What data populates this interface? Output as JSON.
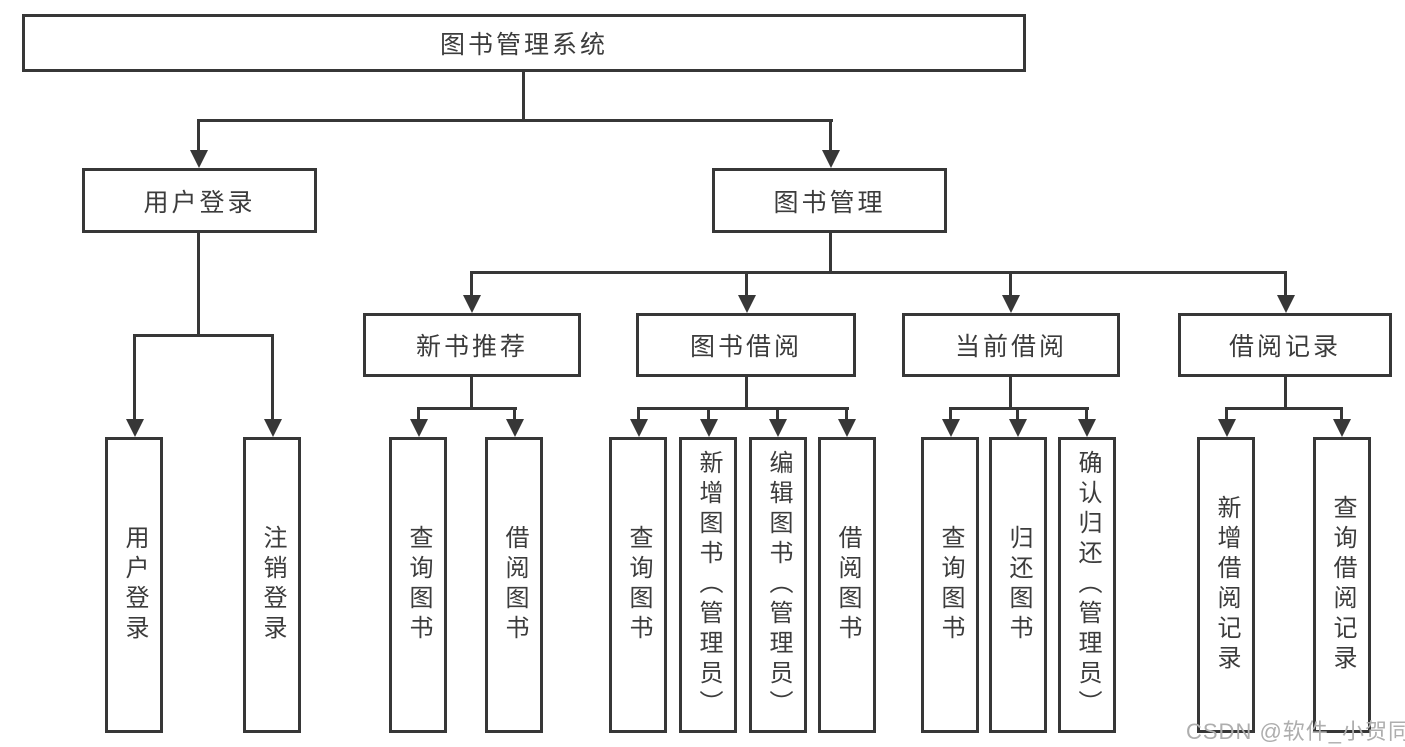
{
  "diagram": {
    "root": {
      "label": "图书管理系统"
    },
    "level2": {
      "user_login": {
        "label": "用户登录"
      },
      "book_management": {
        "label": "图书管理"
      }
    },
    "level3": {
      "new_book_recommend": {
        "label": "新书推荐"
      },
      "book_borrow": {
        "label": "图书借阅"
      },
      "current_borrow": {
        "label": "当前借阅"
      },
      "borrow_record": {
        "label": "借阅记录"
      }
    },
    "leaves": {
      "login": [
        "用户登录",
        "注销登录"
      ],
      "recommend": [
        "查询图书",
        "借阅图书"
      ],
      "borrow": [
        "查询图书",
        "新增图书（管理员）",
        "编辑图书（管理员）",
        "借阅图书"
      ],
      "current": [
        "查询图书",
        "归还图书",
        "确认归还（管理员）"
      ],
      "record": [
        "新增借阅记录",
        "查询借阅记录"
      ]
    }
  },
  "watermark": {
    "text": "CSDN @软件_小贺同学",
    "color": "#aeaeae"
  },
  "colors": {
    "line": "#373737",
    "text": "#3c3c3c",
    "background": "#ffffff"
  }
}
